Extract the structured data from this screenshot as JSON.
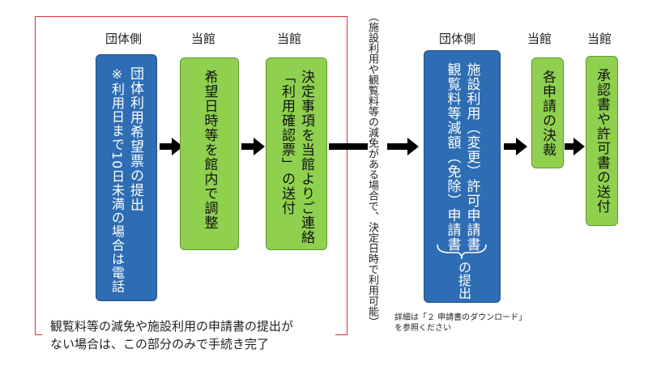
{
  "headers": {
    "group1": "団体側",
    "hall1": "当館",
    "hall2": "当館",
    "group2": "団体側",
    "hall3": "当館",
    "hall4": "当館"
  },
  "steps": {
    "step1": {
      "line1": "団体利用希望票の提出",
      "line2": "※利用日まで10日未満の場合は電話"
    },
    "step2": {
      "line1": "希望日時等を館内で調整"
    },
    "step3": {
      "line1": "決定事項を当館よりご連絡",
      "line2": "「利用確認票」の送付"
    },
    "step4": {
      "line1": "施設利用（変更）許可申請書",
      "line2": "観覧料等減額（免除）申請書",
      "line3": "の提出"
    },
    "step5": {
      "line1": "各申請の決裁"
    },
    "step6": {
      "line1": "承認書や許可書の送付"
    }
  },
  "condition_text": "（施設利用や観覧料等の減免がある場合で、決定日時で利用可能）",
  "completion_note": {
    "line1": "観覧料等の減免や施設利用の申請書の提出が",
    "line2": "ない場合は、この部分のみで手続き完了"
  },
  "detail_note": {
    "line1": "詳細は「２ 申請書のダウンロード」",
    "line2": "を参照ください"
  },
  "colors": {
    "blue": "#2e6db4",
    "green": "#8fd14f",
    "red_frame": "#e03030",
    "arrow": "#000000"
  }
}
